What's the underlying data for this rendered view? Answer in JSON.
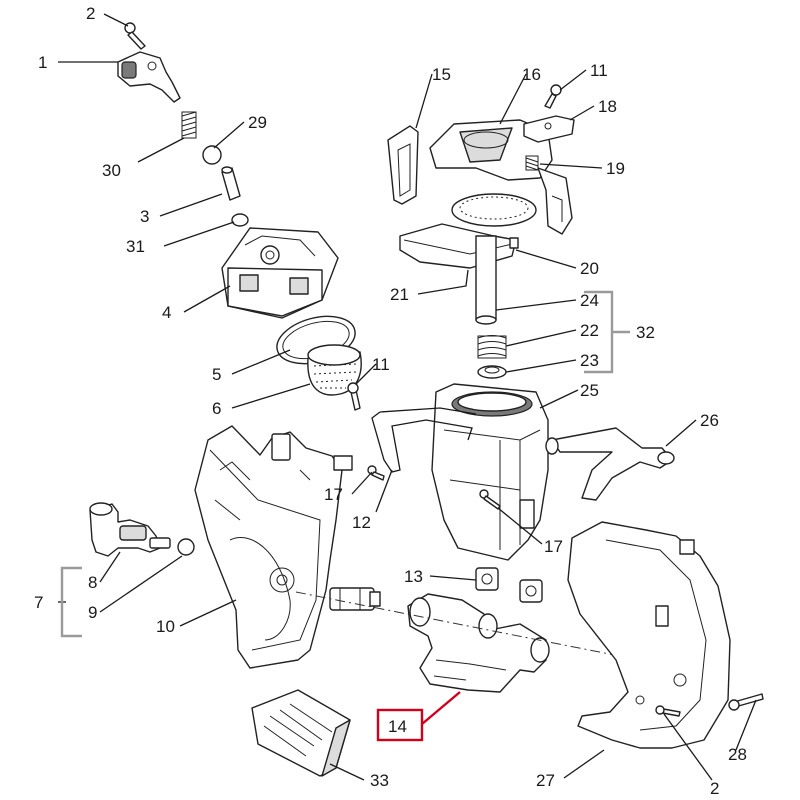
{
  "diagram": {
    "highlight_color": "#d0021b",
    "callouts": [
      {
        "id": "c1",
        "text": "1"
      },
      {
        "id": "c2a",
        "text": "2"
      },
      {
        "id": "c2b",
        "text": "2"
      },
      {
        "id": "c3",
        "text": "3"
      },
      {
        "id": "c4",
        "text": "4"
      },
      {
        "id": "c5",
        "text": "5"
      },
      {
        "id": "c6",
        "text": "6"
      },
      {
        "id": "c7",
        "text": "7"
      },
      {
        "id": "c8",
        "text": "8"
      },
      {
        "id": "c9",
        "text": "9"
      },
      {
        "id": "c10",
        "text": "10"
      },
      {
        "id": "c11a",
        "text": "11"
      },
      {
        "id": "c11b",
        "text": "11"
      },
      {
        "id": "c12",
        "text": "12"
      },
      {
        "id": "c13",
        "text": "13"
      },
      {
        "id": "c14",
        "text": "14"
      },
      {
        "id": "c15",
        "text": "15"
      },
      {
        "id": "c16",
        "text": "16"
      },
      {
        "id": "c17a",
        "text": "17"
      },
      {
        "id": "c17b",
        "text": "17"
      },
      {
        "id": "c18",
        "text": "18"
      },
      {
        "id": "c19",
        "text": "19"
      },
      {
        "id": "c20",
        "text": "20"
      },
      {
        "id": "c21",
        "text": "21"
      },
      {
        "id": "c22",
        "text": "22"
      },
      {
        "id": "c23",
        "text": "23"
      },
      {
        "id": "c24",
        "text": "24"
      },
      {
        "id": "c25",
        "text": "25"
      },
      {
        "id": "c26",
        "text": "26"
      },
      {
        "id": "c27",
        "text": "27"
      },
      {
        "id": "c28",
        "text": "28"
      },
      {
        "id": "c29",
        "text": "29"
      },
      {
        "id": "c30",
        "text": "30"
      },
      {
        "id": "c31",
        "text": "31"
      },
      {
        "id": "c32",
        "text": "32"
      },
      {
        "id": "c33",
        "text": "33"
      }
    ],
    "highlighted_callout": "14"
  }
}
